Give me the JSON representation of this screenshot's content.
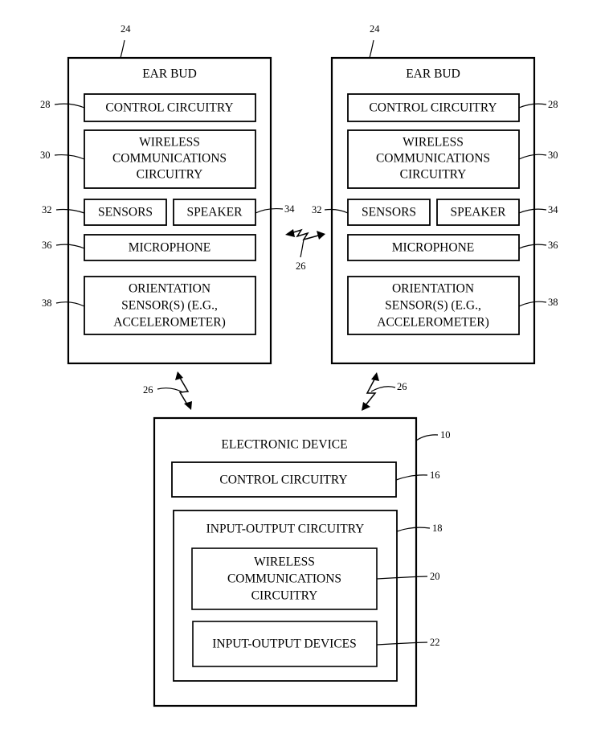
{
  "earbud_left": {
    "ref": "24",
    "title": "EAR BUD",
    "control": {
      "label": "CONTROL CIRCUITRY",
      "ref": "28"
    },
    "wireless": {
      "lines": [
        "WIRELESS",
        "COMMUNICATIONS",
        "CIRCUITRY"
      ],
      "ref": "30"
    },
    "sensors": {
      "label": "SENSORS",
      "ref": "32"
    },
    "speaker": {
      "label": "SPEAKER",
      "ref": "34"
    },
    "microphone": {
      "label": "MICROPHONE",
      "ref": "36"
    },
    "orientation": {
      "lines": [
        "ORIENTATION",
        "SENSOR(S) (E.G.,",
        "ACCELEROMETER)"
      ],
      "ref": "38"
    }
  },
  "earbud_right": {
    "ref": "24",
    "title": "EAR BUD",
    "control": {
      "label": "CONTROL CIRCUITRY",
      "ref": "28"
    },
    "wireless": {
      "lines": [
        "WIRELESS",
        "COMMUNICATIONS",
        "CIRCUITRY"
      ],
      "ref": "30"
    },
    "sensors": {
      "label": "SENSORS",
      "ref": "32"
    },
    "speaker": {
      "label": "SPEAKER",
      "ref": "34"
    },
    "microphone": {
      "label": "MICROPHONE",
      "ref": "36"
    },
    "orientation": {
      "lines": [
        "ORIENTATION",
        "SENSOR(S) (E.G.,",
        "ACCELEROMETER)"
      ],
      "ref": "38"
    }
  },
  "links": {
    "between_buds": "26",
    "left_to_device": "26",
    "right_to_device": "26"
  },
  "device": {
    "ref": "10",
    "title": "ELECTRONIC DEVICE",
    "control": {
      "label": "CONTROL CIRCUITRY",
      "ref": "16"
    },
    "io": {
      "label": "INPUT-OUTPUT CIRCUITRY",
      "ref": "18",
      "wireless": {
        "lines": [
          "WIRELESS",
          "COMMUNICATIONS",
          "CIRCUITRY"
        ],
        "ref": "20"
      },
      "devices": {
        "label": "INPUT-OUTPUT DEVICES",
        "ref": "22"
      }
    }
  }
}
